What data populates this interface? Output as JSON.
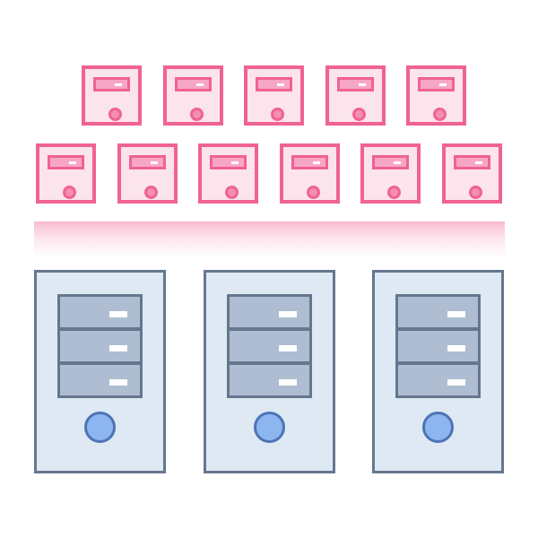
{
  "illustration": {
    "icons": {
      "clients": "client-computer-icon",
      "servers": "server-tower-icon",
      "connection": "network-connection-icon"
    },
    "counts": {
      "clients_top_row": 5,
      "clients_bottom_row": 6,
      "servers": 3
    },
    "colors": {
      "client_border": "#f06292",
      "client_fill": "#fce4ec",
      "client_slot": "#f8a6c6",
      "client_dot": "#f48fb1",
      "server_border": "#65778f",
      "server_fill": "#dfe9f3",
      "server_bay": "#aebdd1",
      "power_button": "#8db5f0",
      "power_border": "#4e74b5",
      "band_top": "#f8bbd0"
    }
  }
}
